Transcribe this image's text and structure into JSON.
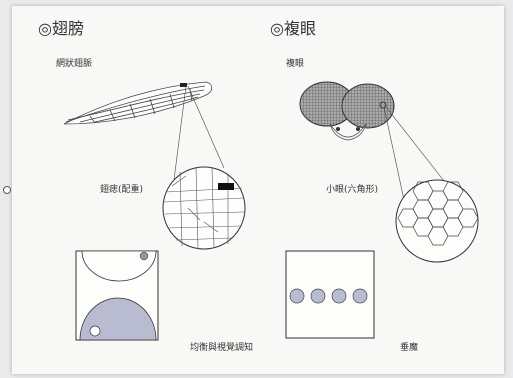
{
  "left": {
    "title": "◎翅膀",
    "subtitle": "網狀翅脈",
    "zoom_label": "翅痣(配重)",
    "bottom_label": "均衡與視覺調知"
  },
  "right": {
    "title": "◎複眼",
    "subtitle": "複眼",
    "zoom_label": "小眼(六角形)",
    "bottom_label": "垂魔"
  }
}
